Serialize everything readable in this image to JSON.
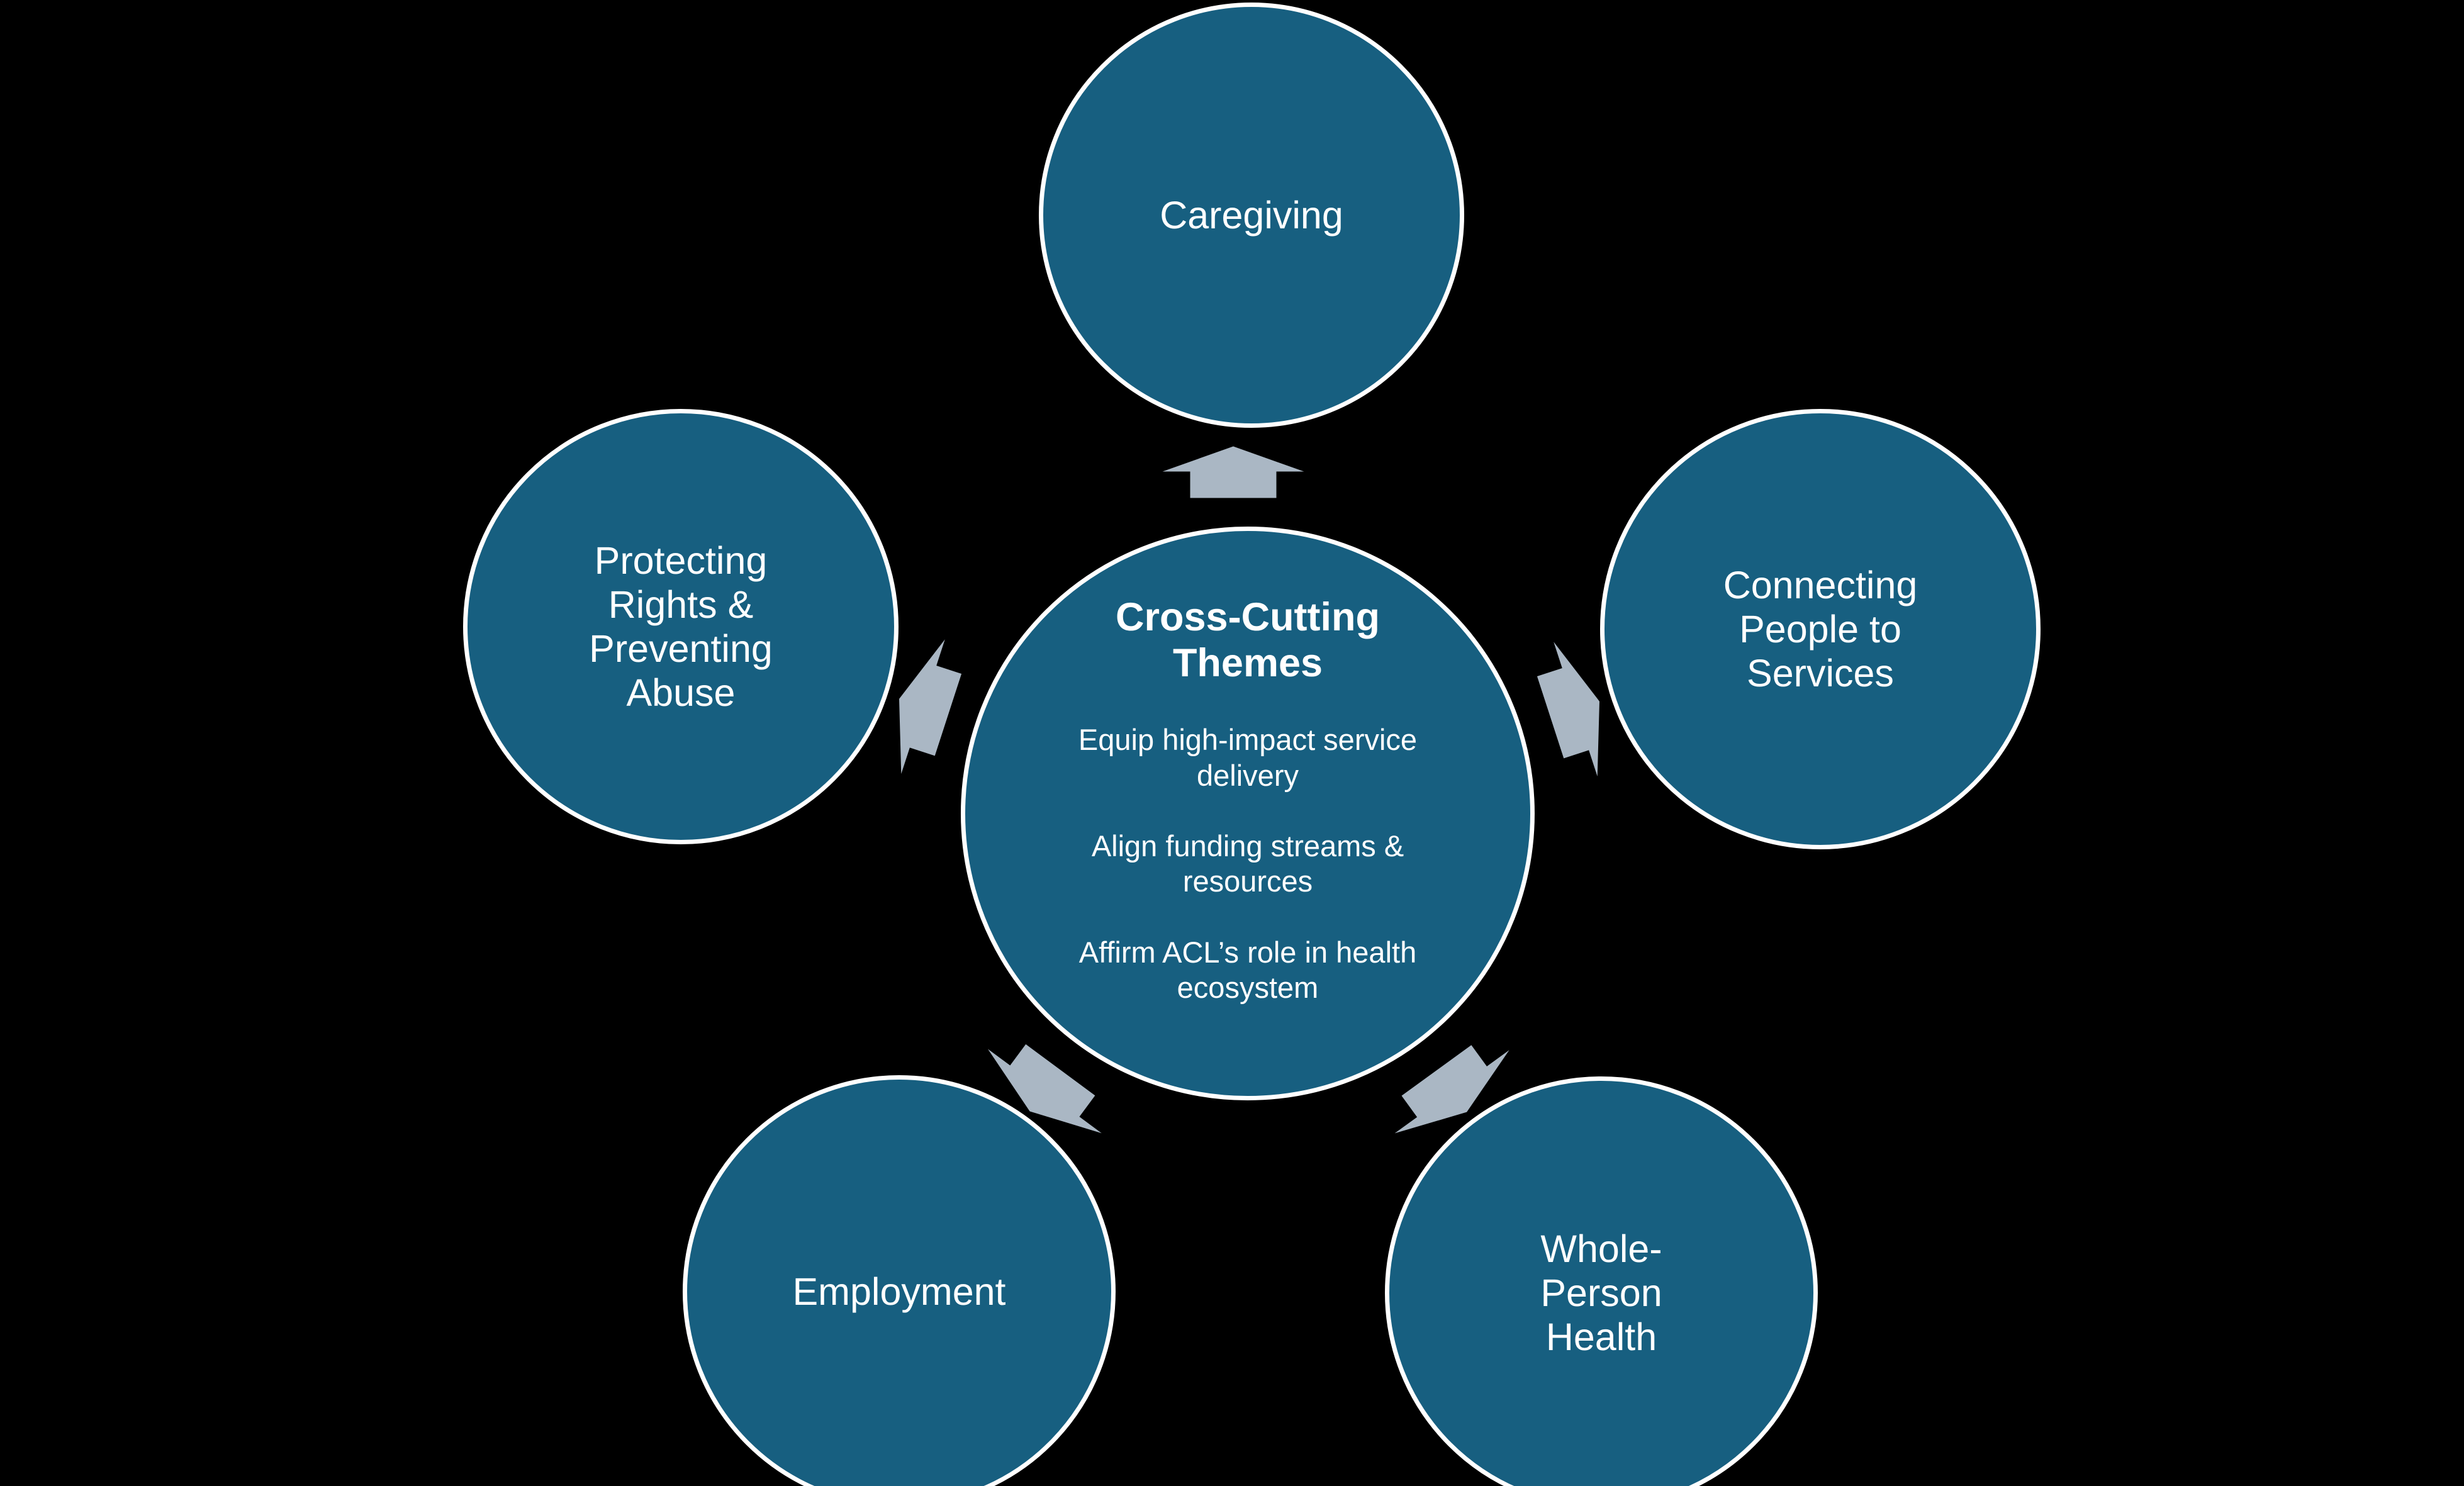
{
  "theme": {
    "background": "#000000",
    "node_fill": "#175F80",
    "node_stroke": "#FFFFFF",
    "arrow_fill": "#AAB7C4",
    "text_color": "#FFFFFF"
  },
  "diagram": {
    "center": {
      "title": [
        "Cross-Cutting",
        "Themes"
      ],
      "items": [
        [
          "Equip high-impact service",
          "delivery"
        ],
        [
          "Align funding streams &",
          "resources"
        ],
        [
          "Affirm ACL’s role in health",
          "ecosystem"
        ]
      ]
    },
    "nodes": [
      {
        "id": "caregiving",
        "label": "Caregiving"
      },
      {
        "id": "connecting-people-to-services",
        "label": [
          "Connecting",
          "People to",
          "Services"
        ]
      },
      {
        "id": "whole-person-health",
        "label": [
          "Whole-",
          "Person",
          "Health"
        ]
      },
      {
        "id": "employment",
        "label": "Employment"
      },
      {
        "id": "protecting-rights-preventing-abuse",
        "label": [
          "Protecting",
          "Rights &",
          "Preventing",
          "Abuse"
        ]
      }
    ]
  }
}
